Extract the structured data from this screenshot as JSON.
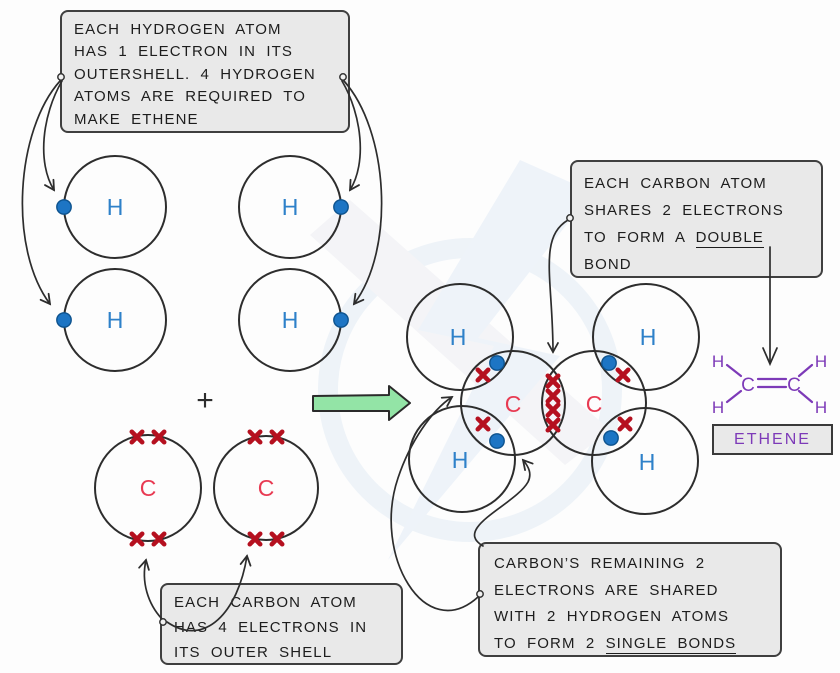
{
  "labels": {
    "hydrogen": "H",
    "carbon": "C",
    "plus": "+",
    "ethene": "ETHENE"
  },
  "annotations": {
    "hydrogen_box": {
      "lines": [
        "EACH HYDROGEN ATOM",
        "HAS 1 ELECTRON IN ITS",
        "OUTERSHELL. 4 HYDROGEN",
        "ATOMS ARE REQUIRED TO",
        "MAKE ETHENE"
      ]
    },
    "carbon_box": {
      "lines": [
        "EACH CARBON ATOM",
        "HAS 4 ELECTRONS IN",
        "ITS OUTER SHELL"
      ]
    },
    "double_bond_box": {
      "line1": "EACH CARBON ATOM",
      "line2": "SHARES 2 ELECTRONS",
      "line3_pre": "TO FORM A ",
      "line3_underlined": "DOUBLE",
      "line4": "BOND"
    },
    "single_bond_box": {
      "line1": "CARBON’S REMAINING 2",
      "line2": "ELECTRONS ARE SHARED",
      "line3": "WITH 2 HYDROGEN ATOMS",
      "line4_pre": "TO FORM 2 ",
      "line4_underlined": "SINGLE BONDS"
    }
  },
  "colors": {
    "hydrogen_text": "#2e81c9",
    "carbon_text": "#e83a52",
    "electron_dot": "#1d75c4",
    "electron_cross": "#b5101f",
    "reaction_arrow_fill": "#93e4a6",
    "formula_purple": "#7d3ab8",
    "box_fill": "#e9e9e9",
    "outline": "#2d2d2d"
  }
}
